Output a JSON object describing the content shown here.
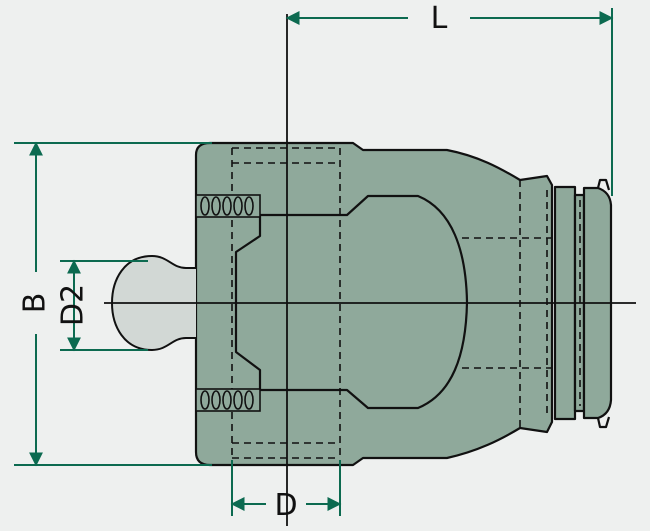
{
  "dimensions": {
    "L": "L",
    "B": "B",
    "D2": "D2",
    "D": "D"
  },
  "colors": {
    "background": "#eef0ef",
    "body_fill": "#8fa99b",
    "knob_fill": "#d2d8d5",
    "dimension_line": "#0c6a50",
    "outline": "#111111"
  }
}
